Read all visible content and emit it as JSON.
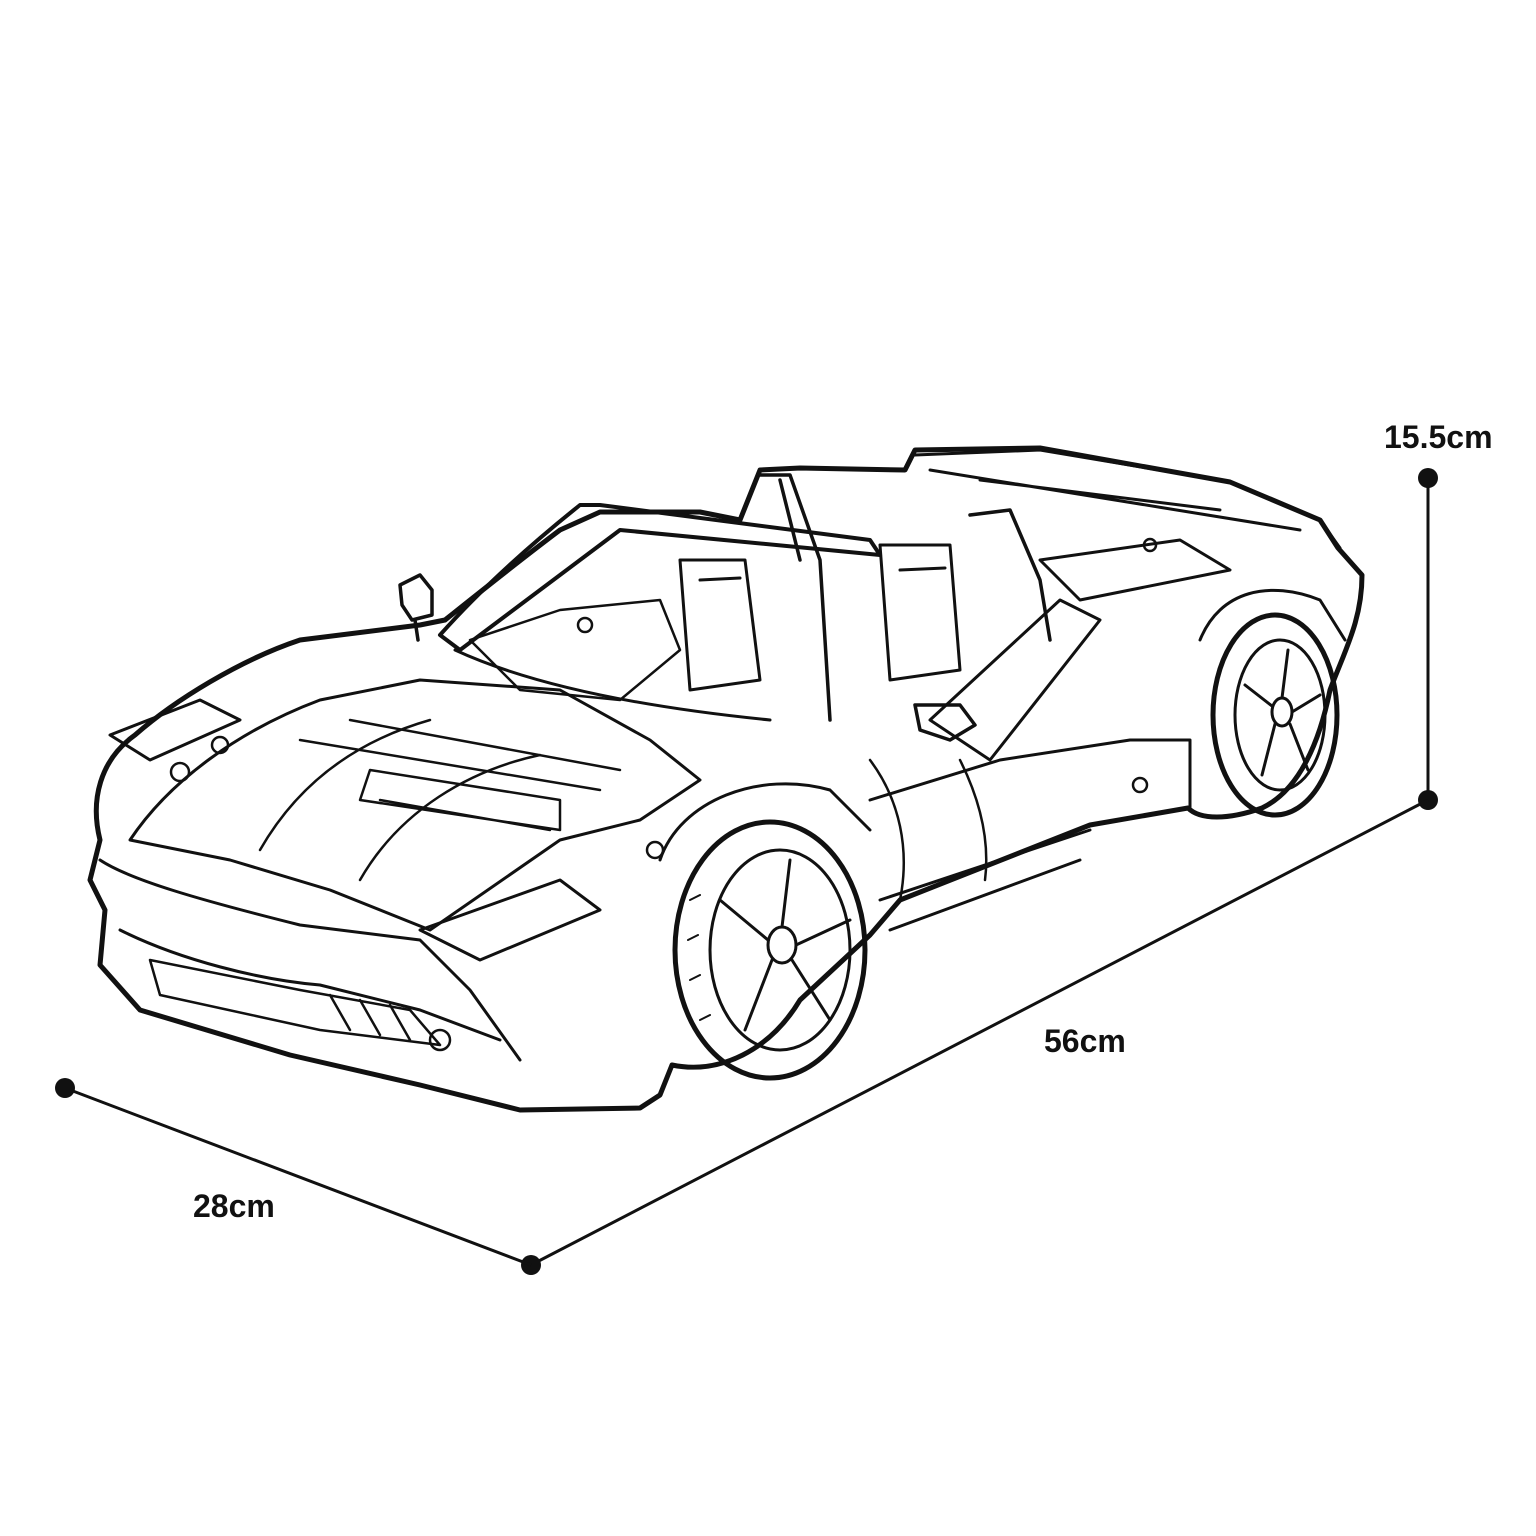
{
  "dimensions": {
    "height": {
      "label": "15.5cm",
      "value": 15.5,
      "unit": "cm"
    },
    "length": {
      "label": "56cm",
      "value": 56,
      "unit": "cm"
    },
    "width": {
      "label": "28cm",
      "value": 28,
      "unit": "cm"
    }
  },
  "style": {
    "line_color": "#111111",
    "background": "#ffffff"
  },
  "subject": {
    "icon": "convertible-sports-car-line-art"
  }
}
